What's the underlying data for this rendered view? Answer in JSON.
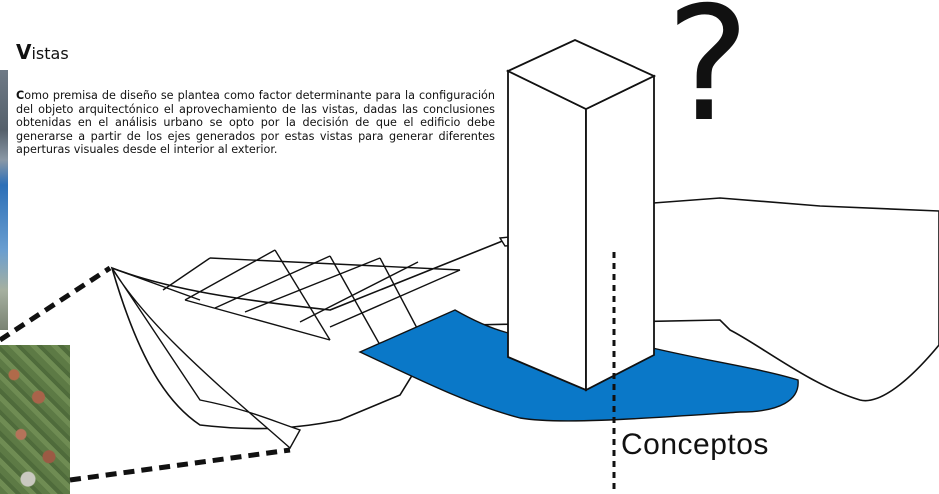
{
  "header": {
    "title_initial": "V",
    "title_rest": "istas"
  },
  "description": {
    "initial": "C",
    "text": "omo premisa de diseño se plantea como factor determinante para la configuración del objeto arquitectónico el aprovechamiento de las vistas, dadas las conclusiones obtenidas en el análisis urbano se opto por la decisión de que el edificio debe generarse a partir de los ejes generados por estas vistas para generar diferentes aperturas visuales desde el interior al exterior."
  },
  "diagram": {
    "question_mark": "?",
    "concepts_label": "Conceptos",
    "colors": {
      "site_fill": "#0a78c8",
      "line": "#111111",
      "building_fill": "#ffffff"
    }
  }
}
